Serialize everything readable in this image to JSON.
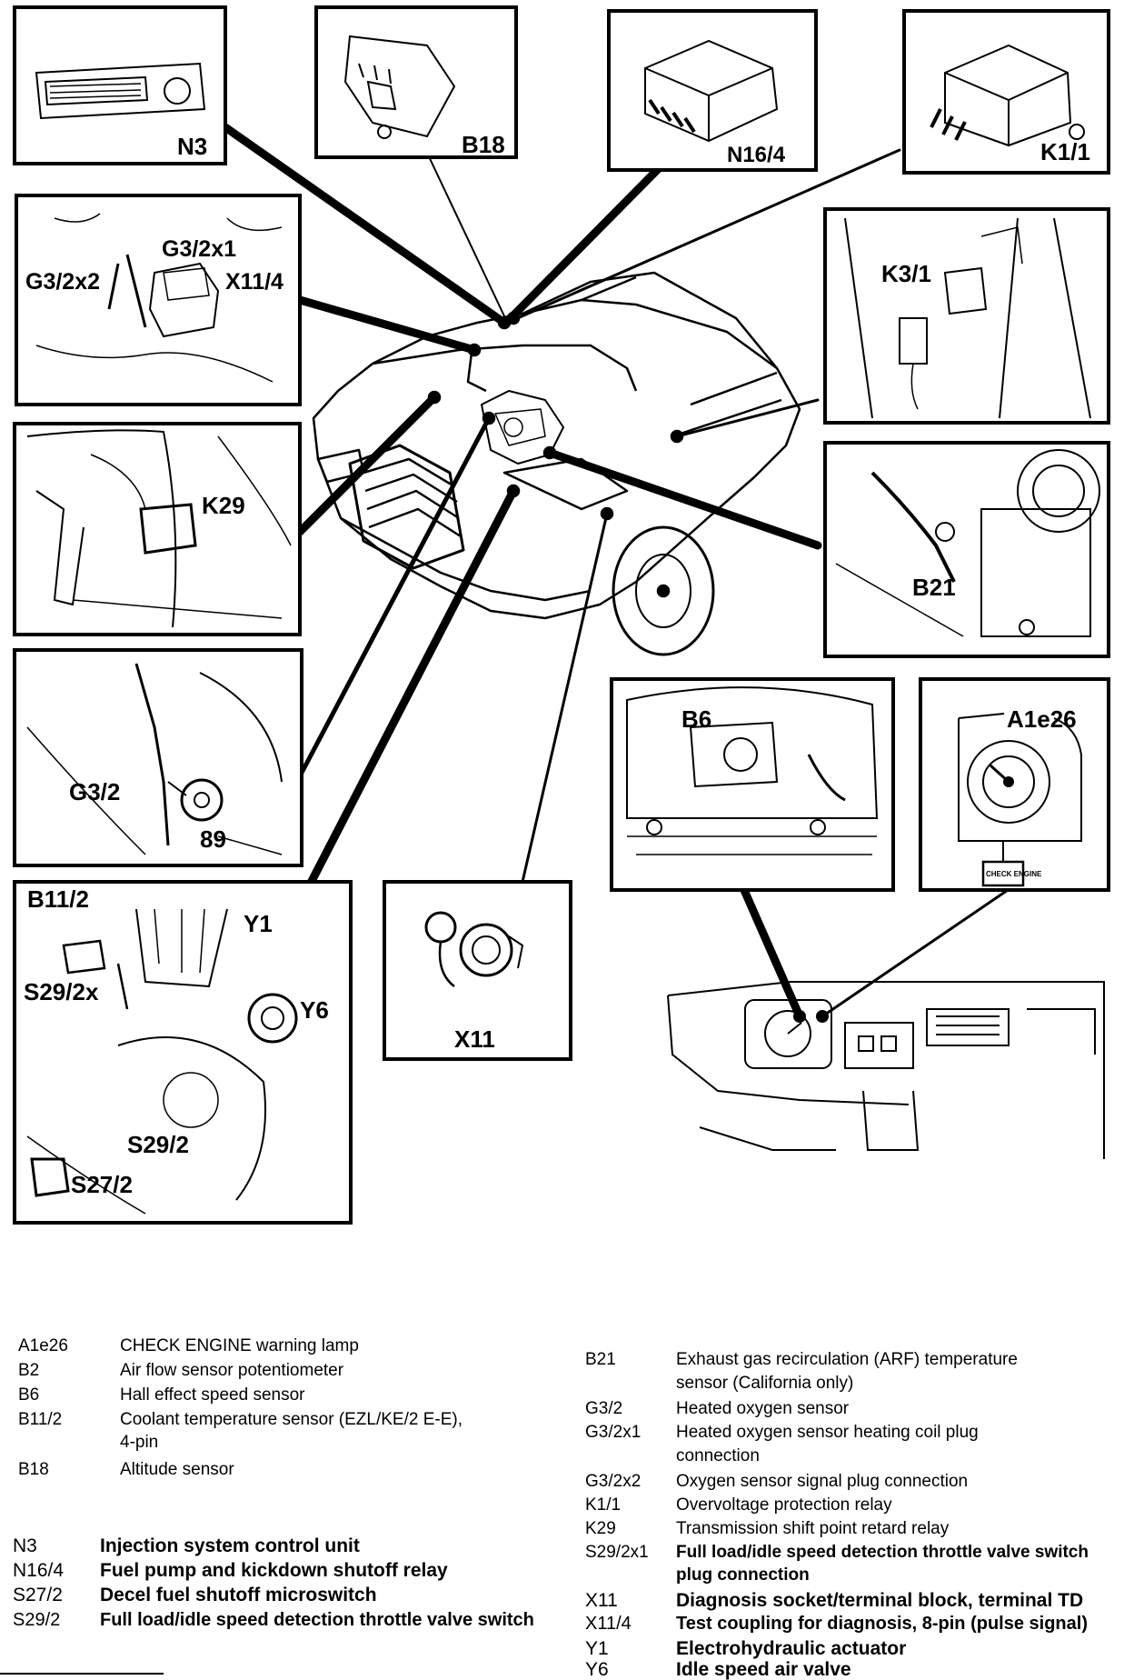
{
  "callouts": {
    "n3": "N3",
    "b18": "B18",
    "n16_4": "N16/4",
    "k1_1": "K1/1",
    "g3_2x1": "G3/2x1",
    "g3_2x2": "G3/2x2",
    "x11_4": "X11/4",
    "k3_1": "K3/1",
    "k29": "K29",
    "b21": "B21",
    "b6": "B6",
    "a1e26": "A1e26",
    "check_engine_lamp": "CHECK ENGINE",
    "g3_2": "G3/2",
    "num_89": "89",
    "b11_2": "B11/2",
    "y1": "Y1",
    "s29_2x": "S29/2x",
    "y6": "Y6",
    "s29_2": "S29/2",
    "s27_2": "S27/2",
    "x11": "X11"
  },
  "legend_left": [
    {
      "code": "A1e26",
      "desc": "CHECK ENGINE warning lamp"
    },
    {
      "code": "B2",
      "desc": "Air flow sensor potentiometer"
    },
    {
      "code": "B6",
      "desc": "Hall effect speed sensor"
    },
    {
      "code": "B11/2",
      "desc": "Coolant temperature sensor (EZL/KE/2 E-E),"
    },
    {
      "code": "",
      "desc": "4-pin"
    },
    {
      "code": "B18",
      "desc": "Altitude sensor"
    },
    {
      "code": "N3",
      "desc": "Injection system control unit"
    },
    {
      "code": "N16/4",
      "desc": "Fuel pump and kickdown shutoff relay"
    },
    {
      "code": "S27/2",
      "desc": "Decel fuel shutoff microswitch"
    },
    {
      "code": "S29/2",
      "desc": "Full load/idle speed detection throttle valve switch"
    }
  ],
  "legend_right": [
    {
      "code": "B21",
      "desc": "Exhaust gas recirculation (ARF) temperature"
    },
    {
      "code": "",
      "desc": "sensor (California only)"
    },
    {
      "code": "G3/2",
      "desc": "Heated oxygen sensor"
    },
    {
      "code": "G3/2x1",
      "desc": "Heated oxygen sensor heating coil plug"
    },
    {
      "code": "",
      "desc": "connection"
    },
    {
      "code": "G3/2x2",
      "desc": "Oxygen sensor signal plug connection"
    },
    {
      "code": "K1/1",
      "desc": "Overvoltage protection relay"
    },
    {
      "code": "K29",
      "desc": "Transmission shift point retard relay"
    },
    {
      "code": "S29/2x1",
      "desc": "Full load/idle speed detection throttle valve switch"
    },
    {
      "code": "",
      "desc": "plug connection"
    },
    {
      "code": "X11",
      "desc": "Diagnosis socket/terminal block, terminal TD"
    },
    {
      "code": "X11/4",
      "desc": "Test coupling for diagnosis, 8-pin (pulse signal)"
    },
    {
      "code": "Y1",
      "desc": "Electrohydraulic actuator"
    },
    {
      "code": "Y6",
      "desc": "Idle speed air valve"
    }
  ]
}
